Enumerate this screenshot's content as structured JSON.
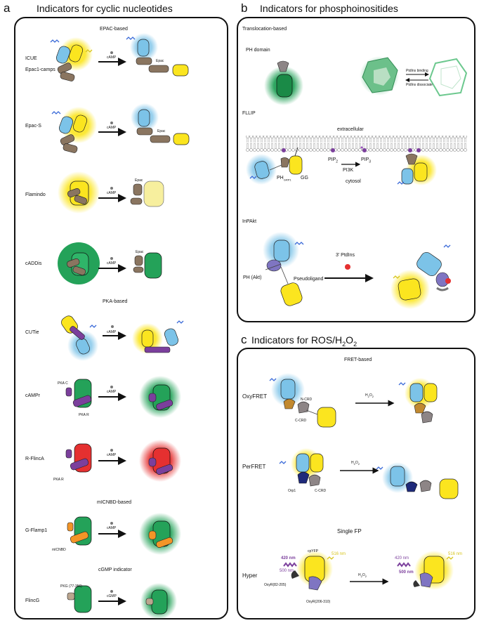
{
  "panels": {
    "a": {
      "letter": "a",
      "title": "Indicators for cyclic nucleotides"
    },
    "b": {
      "letter": "b",
      "title": "Indicators for phosphoinositides"
    },
    "c": {
      "letter": "c",
      "title_main": "Indicators for ROS/H",
      "title_sub1": "2",
      "title_mid": "O",
      "title_sub2": "2"
    }
  },
  "a_sections": {
    "epac": "EPAC-based",
    "pka": "PKA-based",
    "micnbd": "mICNBD-based",
    "cgmp": "cGMP indicator"
  },
  "a_sensors": {
    "icue": "ICUE",
    "epac1camps": "Epac1-camps",
    "epac_s": "Epac-S",
    "flamindo": "Flamindo",
    "caddis": "cADDis",
    "cutie": "CUTie",
    "camppr": "cAMPr",
    "rflinca": "R-FlincA",
    "gflamp1": "G-Flamp1",
    "flincg": "FlincG"
  },
  "a_labels": {
    "camp": "cAMP",
    "cgmp": "cGMP",
    "epac": "Epac",
    "pka_c": "PKA C",
    "pka_r": "PKA R",
    "micnbd": "mICNBD",
    "pkg": "PKG (77-356)"
  },
  "b": {
    "translocation": "Translocation-based",
    "ph_domain": "PH domain",
    "ptdins_binding": "PtdIns binding",
    "ptdins_dissociate": "PtdIns dissociate",
    "fllip": "FLLIP",
    "extracellular": "extracellular",
    "cytosol": "cytosol",
    "pip": "PIP",
    "pip_sub": "2",
    "pip3": "PIP",
    "pip3_sub": "3",
    "pi3k": "PI3K",
    "ph_grp1": "PH",
    "ph_grp1_sub": "GRP1",
    "gg": "GG",
    "inpakt": "InPAkt",
    "ph_akt": "PH (Akt)",
    "pseudoligand": "Pseudoligand",
    "ptdins3": "3' PtdIns"
  },
  "c": {
    "fret": "FRET-based",
    "oxyfret": "OxyFRET",
    "perfret": "PerFRET",
    "n_crd": "N-CRD",
    "c_crd": "C-CRD",
    "c_crd2": "C-CRD",
    "orp1": "Orp1",
    "h2o2": "H",
    "h2o2_sub": "2",
    "h2o2_o": "O",
    "h2o2_sub2": "2",
    "single_fp": "Single FP",
    "hyper": "Hyper",
    "nm420": "420 nm",
    "nm500": "500 nm",
    "nm516": "516 nm",
    "cpyfp": "cpYFP",
    "oxyr1": "OxyR(82-205)",
    "oxyr2": "OxyR(206-310)"
  },
  "colors": {
    "cyan": "#7cc3e8",
    "yellow": "#fbe51f",
    "brown": "#8a7560",
    "green": "#24a259",
    "purple": "#7b3f9c",
    "red": "#e53030",
    "orange": "#f39527",
    "navy": "#1f2a7a",
    "lavender": "#7f75c2",
    "grey": "#8d8586"
  }
}
